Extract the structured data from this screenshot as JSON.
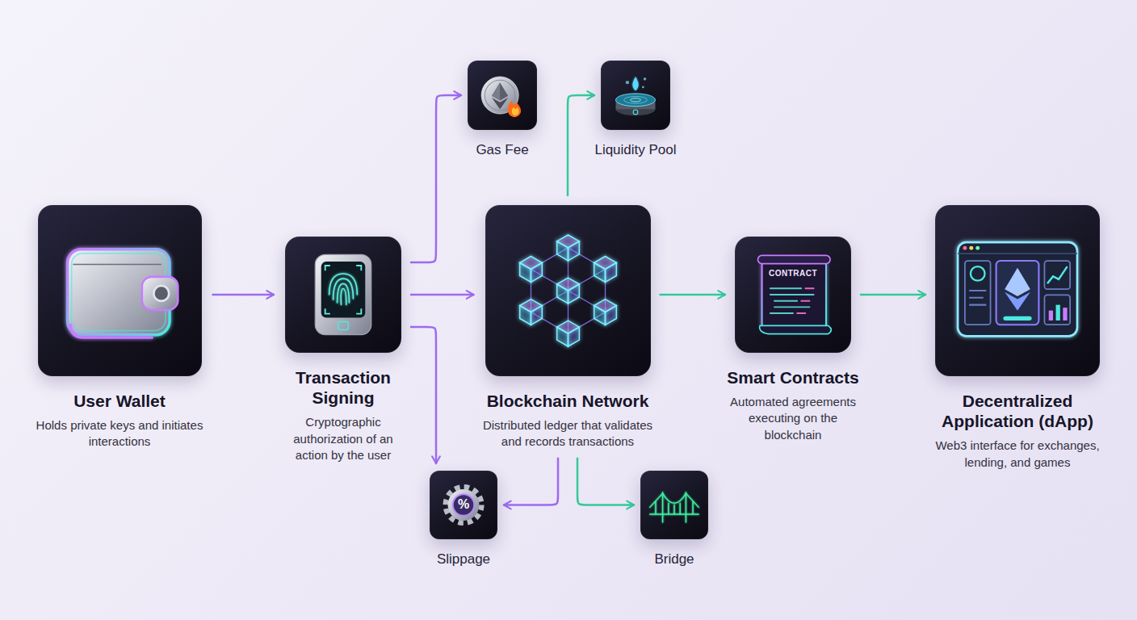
{
  "diagram": {
    "nodes": [
      {
        "text": [
          "User Wallet",
          "Holds private keys and initiates interactions"
        ]
      },
      {
        "text": [
          "Transaction Signing",
          "Cryptographic authorization of an action by the user"
        ]
      },
      {
        "text": [
          "Gas Fee"
        ]
      },
      {
        "text": [
          "Liquidity Pool"
        ]
      },
      {
        "text": [
          "Blockchain Network",
          "Distributed ledger that validates and records transactions"
        ]
      },
      {
        "text": [
          "Smart Contracts",
          "Automated agreements executing on the blockchain"
        ]
      },
      {
        "text": [
          "Decentralized Application (dApp)",
          "Web3 interface for exchanges, lending, and games"
        ]
      },
      {
        "text": [
          "Slippage"
        ]
      },
      {
        "text": [
          "Bridge"
        ]
      }
    ],
    "edges": [
      {
        "from": 0,
        "to": 1,
        "arrow": "to"
      },
      {
        "from": 1,
        "to": 2,
        "arrow": "to"
      },
      {
        "from": 1,
        "to": 4,
        "arrow": "to"
      },
      {
        "from": 1,
        "to": 7,
        "arrow": "to"
      },
      {
        "from": 4,
        "to": 3,
        "arrow": "to"
      },
      {
        "from": 4,
        "to": 5,
        "arrow": "to"
      },
      {
        "from": 4,
        "to": 7,
        "arrow": "to"
      },
      {
        "from": 4,
        "to": 8,
        "arrow": "to"
      },
      {
        "from": 5,
        "to": 6,
        "arrow": "to"
      }
    ],
    "labels": [
      "CONTRACT",
      "%"
    ]
  }
}
